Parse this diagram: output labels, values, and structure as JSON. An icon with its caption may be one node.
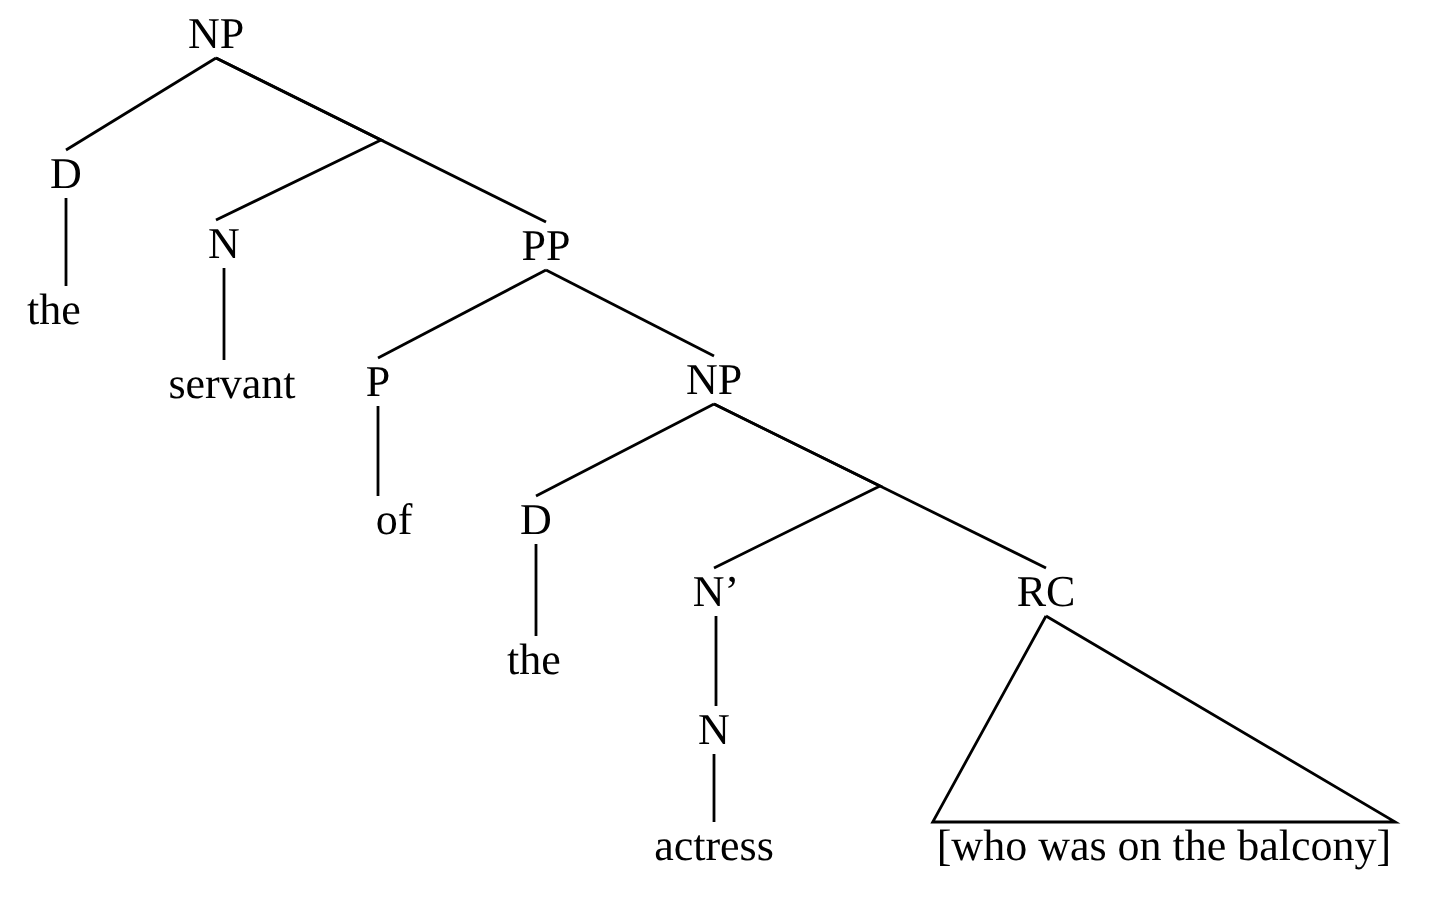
{
  "diagram": {
    "nodes": [
      {
        "text": [
          "NP"
        ]
      },
      {
        "text": [
          "D"
        ]
      },
      {
        "text": [
          "the"
        ]
      },
      {
        "text": [
          "N"
        ]
      },
      {
        "text": [
          "servant"
        ]
      },
      {
        "text": [
          "PP"
        ]
      },
      {
        "text": [
          "P"
        ]
      },
      {
        "text": [
          "of"
        ]
      },
      {
        "text": [
          "NP"
        ]
      },
      {
        "text": [
          "D"
        ]
      },
      {
        "text": [
          "the"
        ]
      },
      {
        "text": [
          "N’"
        ]
      },
      {
        "text": [
          "N"
        ]
      },
      {
        "text": [
          "actress"
        ]
      },
      {
        "text": [
          "RC"
        ]
      },
      {
        "text": [
          "[who was on the balcony]"
        ]
      }
    ],
    "edges": [
      {
        "from": 0,
        "to": 1,
        "arrow": "none"
      },
      {
        "from": 0,
        "to": 3,
        "arrow": "none"
      },
      {
        "from": 0,
        "to": 5,
        "arrow": "none"
      },
      {
        "from": 1,
        "to": 2,
        "arrow": "none"
      },
      {
        "from": 3,
        "to": 4,
        "arrow": "none"
      },
      {
        "from": 5,
        "to": 6,
        "arrow": "none"
      },
      {
        "from": 5,
        "to": 8,
        "arrow": "none"
      },
      {
        "from": 6,
        "to": 7,
        "arrow": "none"
      },
      {
        "from": 8,
        "to": 9,
        "arrow": "none"
      },
      {
        "from": 8,
        "to": 11,
        "arrow": "none"
      },
      {
        "from": 8,
        "to": 14,
        "arrow": "none"
      },
      {
        "from": 9,
        "to": 10,
        "arrow": "none"
      },
      {
        "from": 11,
        "to": 12,
        "arrow": "none"
      },
      {
        "from": 12,
        "to": 13,
        "arrow": "none"
      },
      {
        "from": 14,
        "to": 15,
        "arrow": "none"
      }
    ]
  }
}
